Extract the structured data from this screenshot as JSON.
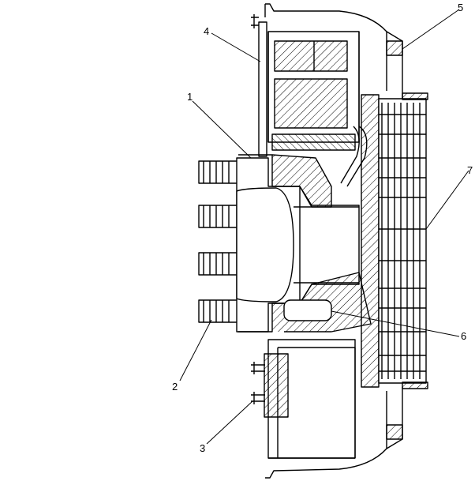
{
  "callouts": [
    {
      "id": "label-1",
      "text": "1"
    },
    {
      "id": "label-2",
      "text": "2"
    },
    {
      "id": "label-3",
      "text": "3"
    },
    {
      "id": "label-4",
      "text": "4"
    },
    {
      "id": "label-5",
      "text": "5"
    },
    {
      "id": "label-6",
      "text": "6"
    },
    {
      "id": "label-7",
      "text": "7"
    }
  ],
  "colors": {
    "line": "#000000",
    "background": "#ffffff"
  }
}
